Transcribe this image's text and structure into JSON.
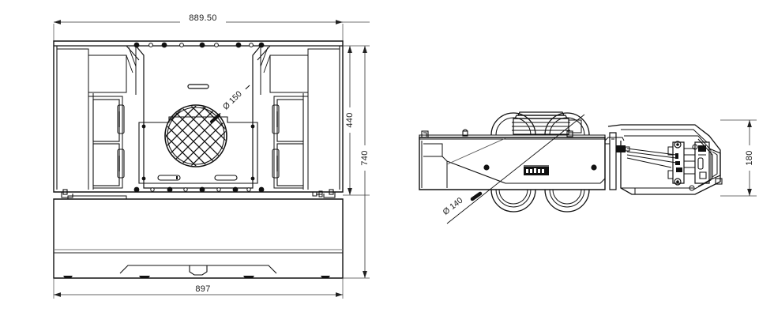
{
  "drawing": {
    "title": "Mechanical assembly technical drawing",
    "background_color": "#ffffff",
    "line_color": "#111111",
    "units_note": "mm"
  },
  "views": {
    "front": {
      "name": "front-elevation-view",
      "dimensions": {
        "top_width": "889.50",
        "bottom_width": "897",
        "upper_height": "440",
        "total_height": "740"
      },
      "callouts": {
        "fan_grille": "Ø 150"
      }
    },
    "side": {
      "name": "side-plan-view",
      "dimensions": {
        "height": "180"
      },
      "callouts": {
        "roller": "Ø 140"
      }
    }
  },
  "labels": {
    "dim_top_width": "889.50",
    "dim_bottom_width": "897",
    "dim_upper_height": "440",
    "dim_total_height": "740",
    "dim_side_height": "180",
    "callout_fan": "Ø 150",
    "callout_roller": "Ø 140"
  },
  "colors": {
    "stroke": "#111111",
    "stroke_light": "#555555",
    "fill": "#ffffff",
    "dim_line": "#444444"
  }
}
